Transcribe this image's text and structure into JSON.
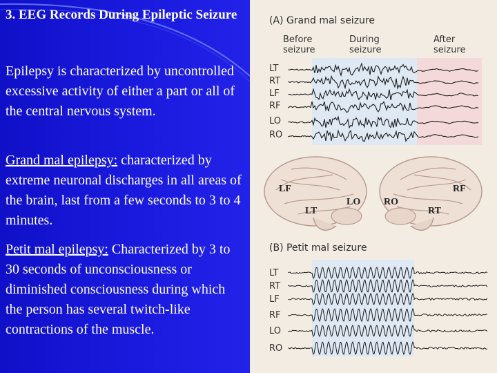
{
  "slide": {
    "title": "3. EEG Records During Epileptic Seizure",
    "paragraphs": {
      "intro": "Epilepsy is characterized by uncontrolled excessive activity of either a part or all of the central nervous system.",
      "grand_term": "Grand mal epilepsy:",
      "grand_text": " characterized by extreme neuronal discharges in all areas of the brain, last from a few seconds to 3 to 4 minutes.",
      "petit_term": "Petit mal epilepsy:",
      "petit_text": " Characterized by 3 to 30 seconds of unconsciousness or diminished consciousness during which the person has several twitch-like contractions of the muscle."
    }
  },
  "figure": {
    "panel_a": {
      "title": "(A)  Grand mal seizure",
      "before": "Before seizure",
      "during": "During seizure",
      "after": "After seizure",
      "channels": [
        "LT",
        "RT",
        "LF",
        "RF",
        "LO",
        "RO"
      ]
    },
    "brain_labels": {
      "lf": "LF",
      "lt": "LT",
      "lo": "LO",
      "ro": "RO",
      "rf": "RF",
      "rt": "RT"
    },
    "panel_b": {
      "title": "(B)  Petit mal seizure",
      "channels": [
        "LT",
        "RT",
        "LF",
        "RF",
        "LO",
        "RO"
      ]
    },
    "colors": {
      "during_bg": "#dfe9f4",
      "after_bg": "#f4d9da",
      "petit_bg": "#dfe9f4"
    }
  }
}
